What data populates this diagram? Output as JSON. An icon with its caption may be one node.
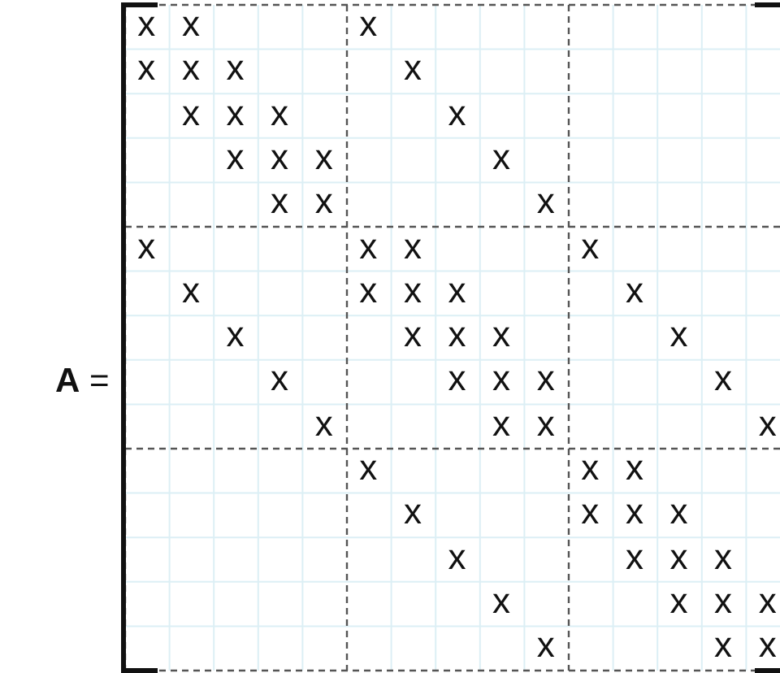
{
  "diagram": {
    "labels": [
      "**A** =",
      "x",
      "x",
      "x",
      "x",
      "x",
      "x",
      "x",
      "x",
      "x",
      "x",
      "x",
      "x",
      "x",
      "x",
      "x",
      "x",
      "x",
      "x",
      "x",
      "x",
      "x",
      "x",
      "x",
      "x",
      "x",
      "x",
      "x",
      "x",
      "x",
      "x",
      "x",
      "x",
      "x",
      "x",
      "x",
      "x",
      "x",
      "x",
      "x",
      "x",
      "x",
      "x",
      "x",
      "x",
      "x",
      "x",
      "x",
      "x",
      "x",
      "x",
      "x",
      "x",
      "x",
      "x",
      "x",
      "x",
      "x",
      "x",
      "x"
    ]
  }
}
